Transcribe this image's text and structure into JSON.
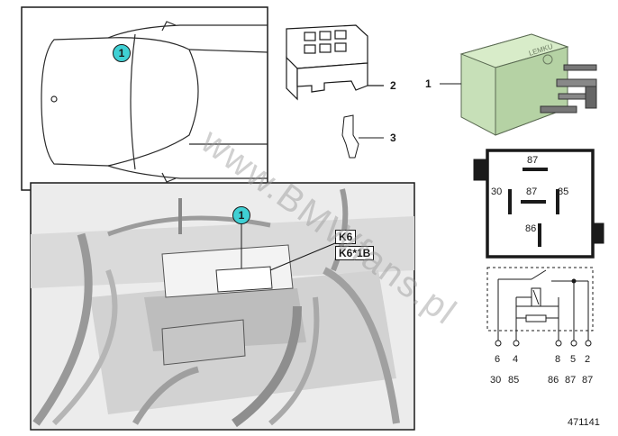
{
  "callouts": {
    "car": "1",
    "engine": "1"
  },
  "part_labels": {
    "relay": "1",
    "socket": "2",
    "terminal": "3"
  },
  "relay_box_labels": {
    "top": "87",
    "left": "30",
    "middle": "87",
    "right": "85",
    "bottom": "86"
  },
  "circuit_pins": [
    "6",
    "4",
    "8",
    "5",
    "2"
  ],
  "circuit_terminals": [
    "30",
    "85",
    "86",
    "87",
    "87"
  ],
  "relay_refs": {
    "k6": "K6",
    "k6b": "K6*1B"
  },
  "diagram_number": "471141",
  "watermark": "www.BMWfans.pl",
  "colors": {
    "callout": "#3fd0d4",
    "relay_body": "#c7e0b8",
    "line": "#1a1a1a",
    "photo_bg": "#e9e9e9"
  }
}
